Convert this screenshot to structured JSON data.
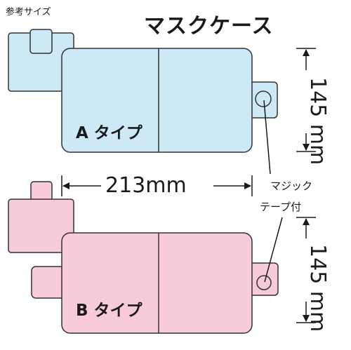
{
  "labels": {
    "reference": "参考サイズ",
    "title": "マスクケース",
    "type_a": "A タイプ",
    "type_b": "B タイプ",
    "width": "213mm",
    "height_a": "145 mm",
    "height_b": "145 mm",
    "tape_line1": "マジック",
    "tape_line2": "テープ付"
  },
  "colors": {
    "type_a_fill": "#cde9f6",
    "type_b_fill": "#f7cbdc",
    "outline": "#333333",
    "text": "#1a1a1a"
  }
}
